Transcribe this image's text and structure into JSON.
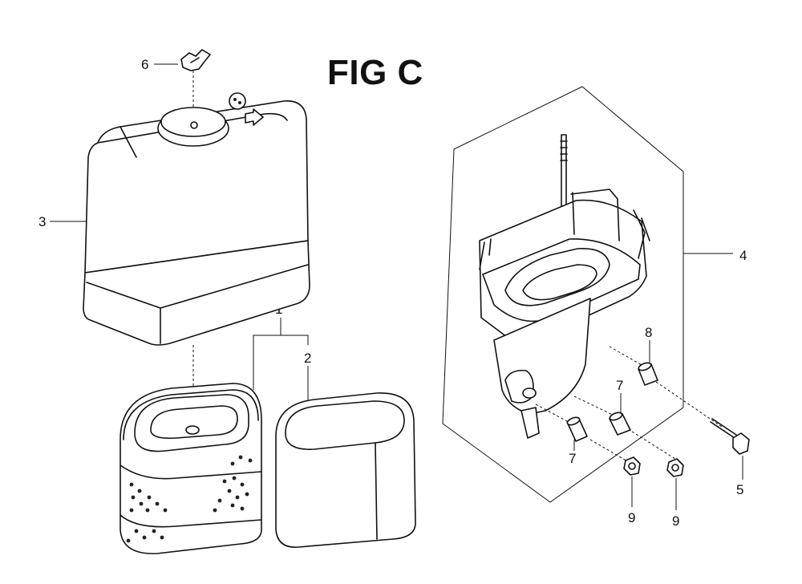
{
  "title": "FIG C",
  "callouts": {
    "c1": "1",
    "c2": "2",
    "c3": "3",
    "c4": "4",
    "c5": "5",
    "c6": "6",
    "c7a": "7",
    "c7b": "7",
    "c8": "8",
    "c9a": "9",
    "c9b": "9"
  }
}
